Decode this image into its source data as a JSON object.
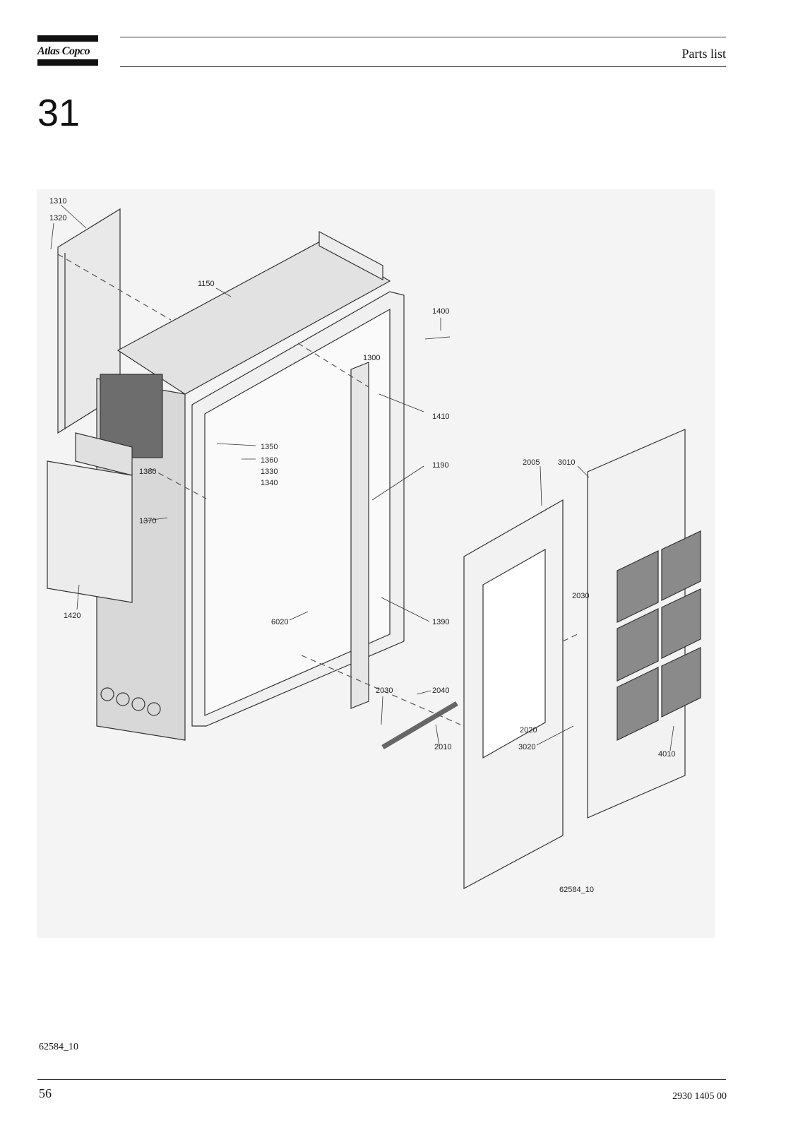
{
  "header": {
    "brand": "Atlas Copco",
    "title": "Parts list"
  },
  "section_number": "31",
  "drawing": {
    "drawing_id": "62584_10",
    "callouts": [
      {
        "id": "c1310",
        "text": "1310"
      },
      {
        "id": "c1320",
        "text": "1320"
      },
      {
        "id": "c1150",
        "text": "1150"
      },
      {
        "id": "c1400",
        "text": "1400"
      },
      {
        "id": "c1300",
        "text": "1300"
      },
      {
        "id": "c1410",
        "text": "1410"
      },
      {
        "id": "c1350",
        "text": "1350"
      },
      {
        "id": "c1360",
        "text": "1360"
      },
      {
        "id": "c1330",
        "text": "1330"
      },
      {
        "id": "c1340",
        "text": "1340"
      },
      {
        "id": "c1380",
        "text": "1380"
      },
      {
        "id": "c1370",
        "text": "1370"
      },
      {
        "id": "c1190",
        "text": "1190"
      },
      {
        "id": "c2005",
        "text": "2005"
      },
      {
        "id": "c3010",
        "text": "3010"
      },
      {
        "id": "c1420",
        "text": "1420"
      },
      {
        "id": "c2030a",
        "text": "2030"
      },
      {
        "id": "c6020",
        "text": "6020"
      },
      {
        "id": "c1390",
        "text": "1390"
      },
      {
        "id": "c2030b",
        "text": "2030"
      },
      {
        "id": "c2040",
        "text": "2040"
      },
      {
        "id": "c2020",
        "text": "2020"
      },
      {
        "id": "c2010",
        "text": "2010"
      },
      {
        "id": "c3020",
        "text": "3020"
      },
      {
        "id": "c4010",
        "text": "4010"
      }
    ]
  },
  "footer": {
    "figure_ref": "62584_10",
    "page_number": "56",
    "document_number": "2930 1405 00"
  }
}
